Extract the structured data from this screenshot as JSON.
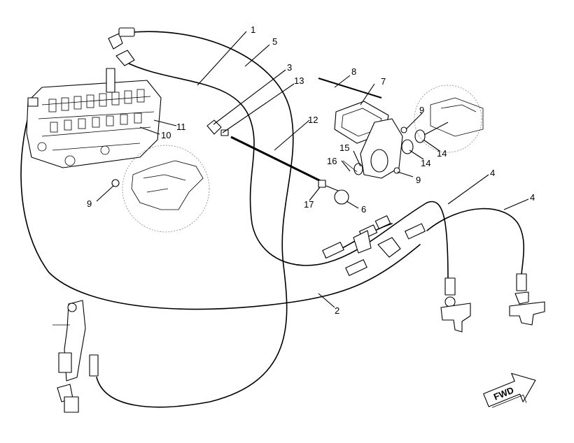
{
  "callouts": [
    {
      "id": "c1",
      "text": "1"
    },
    {
      "id": "c2",
      "text": "2"
    },
    {
      "id": "c3",
      "text": "3"
    },
    {
      "id": "c4a",
      "text": "4"
    },
    {
      "id": "c4b",
      "text": "4"
    },
    {
      "id": "c5",
      "text": "5"
    },
    {
      "id": "c6",
      "text": "6"
    },
    {
      "id": "c7",
      "text": "7"
    },
    {
      "id": "c8",
      "text": "8"
    },
    {
      "id": "c9a",
      "text": "9"
    },
    {
      "id": "c9b",
      "text": "9"
    },
    {
      "id": "c9c",
      "text": "9"
    },
    {
      "id": "c10",
      "text": "10"
    },
    {
      "id": "c11",
      "text": "11"
    },
    {
      "id": "c12",
      "text": "12"
    },
    {
      "id": "c13",
      "text": "13"
    },
    {
      "id": "c14a",
      "text": "14"
    },
    {
      "id": "c14b",
      "text": "14"
    },
    {
      "id": "c15",
      "text": "15"
    },
    {
      "id": "c16",
      "text": "16"
    },
    {
      "id": "c17",
      "text": "17"
    }
  ],
  "direction_arrow": {
    "label": "FWD"
  },
  "colors": {
    "line": "#000000",
    "background": "#ffffff"
  }
}
